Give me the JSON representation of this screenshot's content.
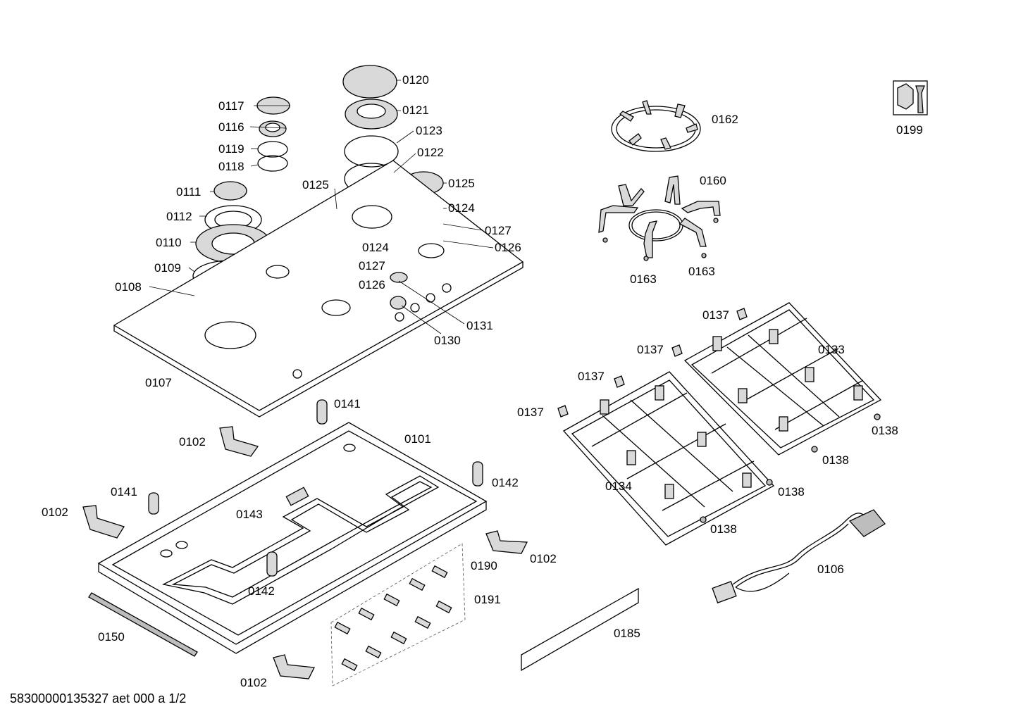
{
  "diagram": {
    "footer_text": "58300000135327 aet 000 a 1/2",
    "tool_icon": "wrench-icon",
    "labels": [
      {
        "id": "0199",
        "text": "0199"
      },
      {
        "id": "0120",
        "text": "0120"
      },
      {
        "id": "0121",
        "text": "0121"
      },
      {
        "id": "0123",
        "text": "0123"
      },
      {
        "id": "0122",
        "text": "0122"
      },
      {
        "id": "0117",
        "text": "0117"
      },
      {
        "id": "0116",
        "text": "0116"
      },
      {
        "id": "0119",
        "text": "0119"
      },
      {
        "id": "0118",
        "text": "0118"
      },
      {
        "id": "0111",
        "text": "0111"
      },
      {
        "id": "0112",
        "text": "0112"
      },
      {
        "id": "0110",
        "text": "0110"
      },
      {
        "id": "0109",
        "text": "0109"
      },
      {
        "id": "0108",
        "text": "0108"
      },
      {
        "id": "0125a",
        "text": "0125"
      },
      {
        "id": "0125b",
        "text": "0125"
      },
      {
        "id": "0124a",
        "text": "0124"
      },
      {
        "id": "0124b",
        "text": "0124"
      },
      {
        "id": "0127a",
        "text": "0127"
      },
      {
        "id": "0127b",
        "text": "0127"
      },
      {
        "id": "0126a",
        "text": "0126"
      },
      {
        "id": "0126b",
        "text": "0126"
      },
      {
        "id": "0131",
        "text": "0131"
      },
      {
        "id": "0130",
        "text": "0130"
      },
      {
        "id": "0107",
        "text": "0107"
      },
      {
        "id": "0162",
        "text": "0162"
      },
      {
        "id": "0160",
        "text": "0160"
      },
      {
        "id": "0163a",
        "text": "0163"
      },
      {
        "id": "0163b",
        "text": "0163"
      },
      {
        "id": "0137a",
        "text": "0137"
      },
      {
        "id": "0137b",
        "text": "0137"
      },
      {
        "id": "0137c",
        "text": "0137"
      },
      {
        "id": "0137d",
        "text": "0137"
      },
      {
        "id": "0133",
        "text": "0133"
      },
      {
        "id": "0134",
        "text": "0134"
      },
      {
        "id": "0138a",
        "text": "0138"
      },
      {
        "id": "0138b",
        "text": "0138"
      },
      {
        "id": "0138c",
        "text": "0138"
      },
      {
        "id": "0138d",
        "text": "0138"
      },
      {
        "id": "0141a",
        "text": "0141"
      },
      {
        "id": "0141b",
        "text": "0141"
      },
      {
        "id": "0142a",
        "text": "0142"
      },
      {
        "id": "0142b",
        "text": "0142"
      },
      {
        "id": "0143",
        "text": "0143"
      },
      {
        "id": "0101",
        "text": "0101"
      },
      {
        "id": "0102a",
        "text": "0102"
      },
      {
        "id": "0102b",
        "text": "0102"
      },
      {
        "id": "0102c",
        "text": "0102"
      },
      {
        "id": "0102d",
        "text": "0102"
      },
      {
        "id": "0190",
        "text": "0190"
      },
      {
        "id": "0191",
        "text": "0191"
      },
      {
        "id": "0150",
        "text": "0150"
      },
      {
        "id": "0185",
        "text": "0185"
      },
      {
        "id": "0106",
        "text": "0106"
      }
    ]
  }
}
